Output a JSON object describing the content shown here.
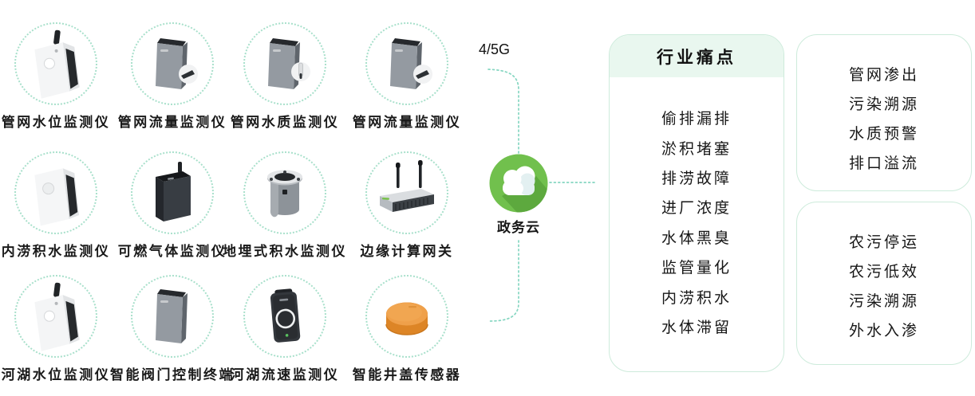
{
  "connection": {
    "network_label": "4/5G",
    "cloud_label": "政务云"
  },
  "devices": [
    {
      "label": "管网水位监测仪",
      "icon": "water-level-monitor"
    },
    {
      "label": "管网流量监测仪",
      "icon": "flow-monitor"
    },
    {
      "label": "管网水质监测仪",
      "icon": "water-quality-monitor"
    },
    {
      "label": "管网流量监测仪",
      "icon": "flow-monitor"
    },
    {
      "label": "内涝积水监测仪",
      "icon": "waterlogging-monitor"
    },
    {
      "label": "可燃气体监测仪",
      "icon": "gas-monitor"
    },
    {
      "label": "地埋式积水监测仪",
      "icon": "buried-water-monitor"
    },
    {
      "label": "边缘计算网关",
      "icon": "edge-gateway"
    },
    {
      "label": "河湖水位监测仪",
      "icon": "water-level-monitor"
    },
    {
      "label": "智能阀门控制终端",
      "icon": "valve-terminal"
    },
    {
      "label": "河湖流速监测仪",
      "icon": "flow-speed-monitor"
    },
    {
      "label": "智能井盖传感器",
      "icon": "manhole-sensor"
    }
  ],
  "pain_panel": {
    "title": "行业痛点",
    "items": [
      "偷排漏排",
      "淤积堵塞",
      "排涝故障",
      "进厂浓度",
      "水体黑臭",
      "监管量化",
      "内涝积水",
      "水体滞留"
    ]
  },
  "benefit_boxes": [
    {
      "items": [
        "管网渗出",
        "污染溯源",
        "水质预警",
        "排口溢流"
      ]
    },
    {
      "items": [
        "农污停运",
        "农污低效",
        "污染溯源",
        "外水入渗"
      ]
    }
  ],
  "colors": {
    "cloud_green": "#71c04d",
    "cloud_shadow_green": "#5da93e",
    "dotted_line_teal": "#85d6c1",
    "circle_dotted": "#a8e0cb",
    "panel_border": "#cdebdb",
    "panel_header_bg": "#e9f7ef",
    "manhole_orange": "#e0861f"
  }
}
